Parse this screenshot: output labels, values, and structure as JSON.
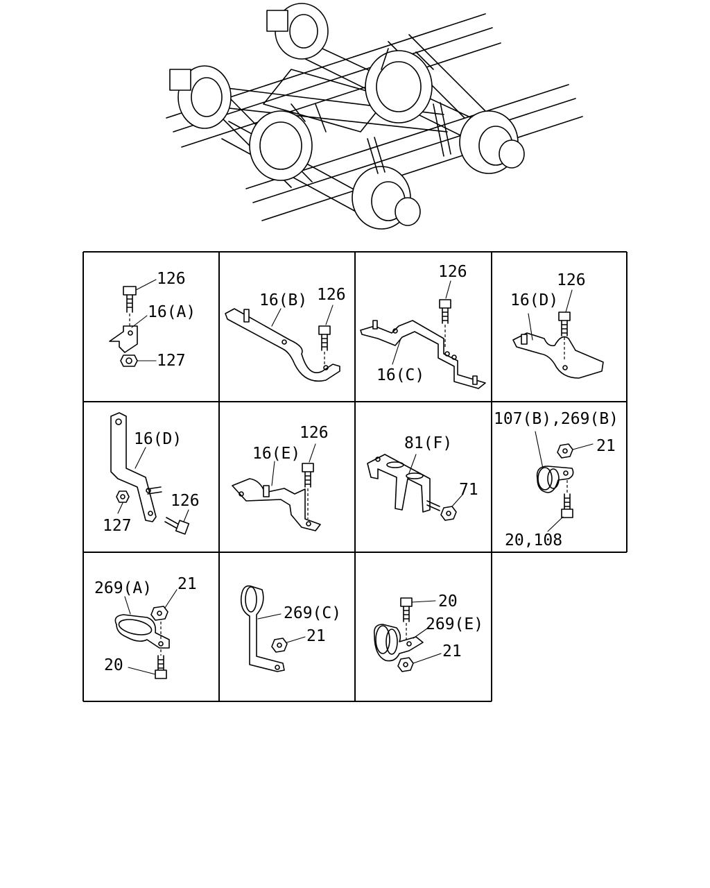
{
  "labels": {
    "l126_a": "126",
    "l16A": "16(A)",
    "l127_a": "127",
    "l16B": "16(B)",
    "l126_b": "126",
    "l126_c": "126",
    "l16C": "16(C)",
    "l126_d": "126",
    "l16D_a": "16(D)",
    "l16D_b": "16(D)",
    "l126_e": "126",
    "l127_b": "127",
    "l126_f": "126",
    "l16E": "16(E)",
    "l81F": "81(F)",
    "l71": "71",
    "l107B": "107(B),269(B)",
    "l21_a": "21",
    "l20_108": "20,108",
    "l269A": "269(A)",
    "l21_b": "21",
    "l20_a": "20",
    "l269C": "269(C)",
    "l21_c": "21",
    "l20_b": "20",
    "l269E": "269(E)",
    "l21_d": "21"
  }
}
